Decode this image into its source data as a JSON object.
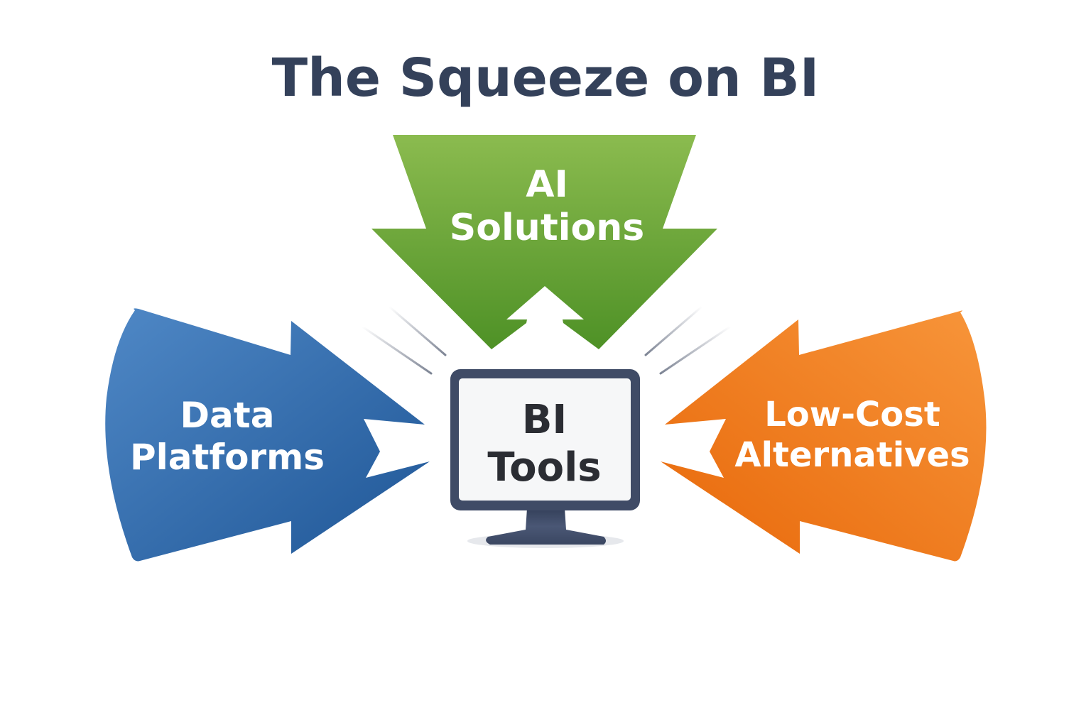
{
  "title": "The Squeeze on BI",
  "center": {
    "icon": "monitor-icon",
    "lines": [
      "BI",
      "Tools"
    ],
    "frame_color": "#3f4b66",
    "screen_color": "#f6f7f8",
    "text_color": "#2b2d33"
  },
  "forces": [
    {
      "id": "ai-solutions",
      "lines": [
        "AI",
        "Solutions"
      ],
      "direction": "down",
      "position": "top",
      "color_light": "#8bbb4f",
      "color_dark": "#4e9126",
      "icon": "arrow-down-icon"
    },
    {
      "id": "data-platforms",
      "lines": [
        "Data",
        "Platforms"
      ],
      "direction": "right",
      "position": "left",
      "color_light": "#4f88c6",
      "color_dark": "#1f5696",
      "icon": "arrow-right-icon"
    },
    {
      "id": "low-cost-alternatives",
      "lines": [
        "Low-Cost",
        "Alternatives"
      ],
      "direction": "left",
      "position": "right",
      "color_light": "#f7953a",
      "color_dark": "#e8680a",
      "icon": "arrow-left-icon"
    }
  ],
  "motion_lines_color": "#7d8494",
  "background": "#ffffff"
}
